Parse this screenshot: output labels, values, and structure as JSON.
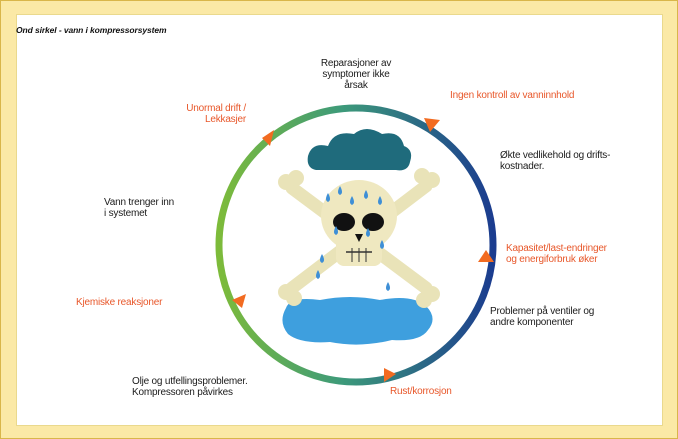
{
  "title": "Ond sirkel - vann i kompressorsystem",
  "colors": {
    "background": "#fbe9a6",
    "panel": "#ffffff",
    "orange_text": "#e8572a",
    "arrow": "#f26b21",
    "ring_green": "#69ad3c",
    "ring_blue": "#1b3c8f",
    "cloud": "#1f6b7c",
    "puddle": "#3e9fde"
  },
  "labels": [
    {
      "id": "reparasjoner",
      "text": "Reparasjoner av\nsymptomer ikke\nårsak",
      "color": "dark"
    },
    {
      "id": "ingen-kontroll",
      "text": "Ingen kontroll av vanninnhold",
      "color": "orange"
    },
    {
      "id": "okte-vedlikehold",
      "text": "Økte vedlikehold og drifts-\nkostnader.",
      "color": "dark"
    },
    {
      "id": "kapasitet",
      "text": "Kapasitet/last-endringer\nog energiforbruk øker",
      "color": "orange"
    },
    {
      "id": "problemer",
      "text": "Problemer på ventiler og\nandre komponenter",
      "color": "dark"
    },
    {
      "id": "rust",
      "text": "Rust/korrosjon",
      "color": "orange"
    },
    {
      "id": "olje",
      "text": "Olje og utfellingsproblemer.\nKompressoren påvirkes",
      "color": "dark"
    },
    {
      "id": "kjemiske",
      "text": "Kjemiske reaksjoner",
      "color": "orange"
    },
    {
      "id": "vann-trenger",
      "text": "Vann trenger inn\ni systemet",
      "color": "dark"
    },
    {
      "id": "unormal",
      "text": "Unormal drift /\nLekkasjer",
      "color": "orange"
    }
  ],
  "icons": [
    "cloud-icon",
    "skull-crossbones-icon",
    "water-puddle-icon",
    "raindrop-icon"
  ]
}
